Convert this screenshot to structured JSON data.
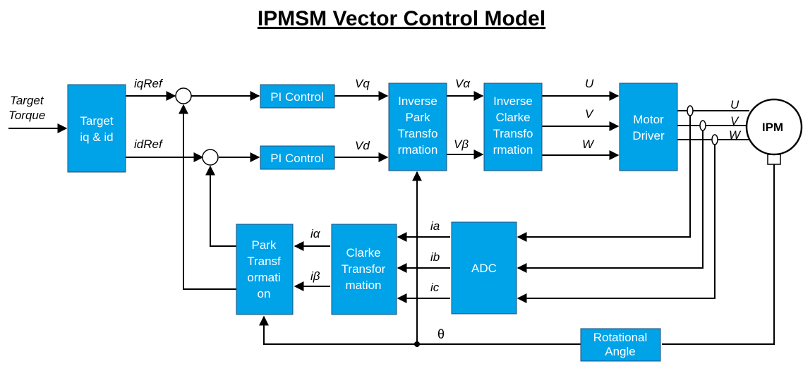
{
  "title": "IPMSM Vector Control Model",
  "input_label": [
    "Target",
    "Torque"
  ],
  "blocks": {
    "target": [
      "Target",
      "iq & id"
    ],
    "pi_q": [
      "PI Control"
    ],
    "pi_d": [
      "PI Control"
    ],
    "inv_park": [
      "Inverse",
      "Park",
      "Transfo",
      "rmation"
    ],
    "inv_clarke": [
      "Inverse",
      "Clarke",
      "Transfo",
      "rmation"
    ],
    "motor_driver": [
      "Motor",
      "Driver"
    ],
    "motor": [
      "IPM"
    ],
    "adc": [
      "ADC"
    ],
    "clarke": [
      "Clarke",
      "Transfor",
      "mation"
    ],
    "park": [
      "Park",
      "Transf",
      "ormati",
      "on"
    ],
    "rot_angle": [
      "Rotational",
      "Angle"
    ]
  },
  "signals": {
    "iqref": "iqRef",
    "idref": "idRef",
    "vq": "Vq",
    "vd": "Vd",
    "valpha": "Vα",
    "vbeta": "Vβ",
    "u": "U",
    "v": "V",
    "w": "W",
    "u_motor": "U",
    "v_motor": "V",
    "w_motor": "W",
    "ia": "ia",
    "ib": "ib",
    "ic": "ic",
    "ialpha": "iα",
    "ibeta": "iβ",
    "theta": "θ"
  },
  "colors": {
    "block": "#00a2e8",
    "block_text": "#ffffff",
    "line": "#000000"
  }
}
